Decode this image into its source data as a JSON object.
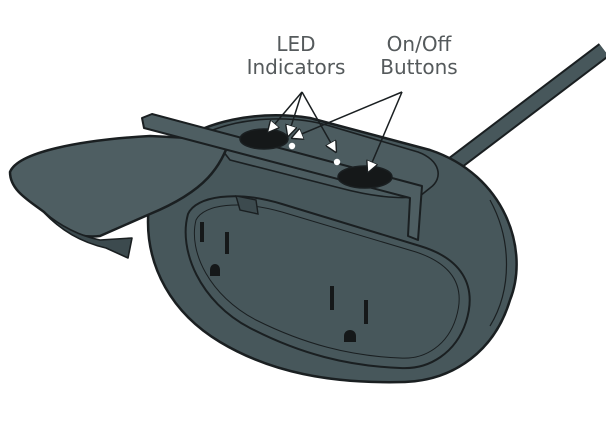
{
  "callouts": {
    "led": {
      "line1": "LED",
      "line2": "Indicators"
    },
    "buttons": {
      "line1": "On/Off",
      "line2": "Buttons"
    }
  },
  "icons": [
    "power-outlet-illustration",
    "cord",
    "hinged-cover",
    "outlet-socket",
    "on-off-button",
    "led-indicator",
    "leader-arrow"
  ],
  "colors": {
    "body": "#47575b",
    "cover": "#4e5e62",
    "outline": "#1a1f21",
    "button": "#151819",
    "led": "#ffffff",
    "label_text": "#555a5c",
    "arrow": "#1a1f21"
  }
}
